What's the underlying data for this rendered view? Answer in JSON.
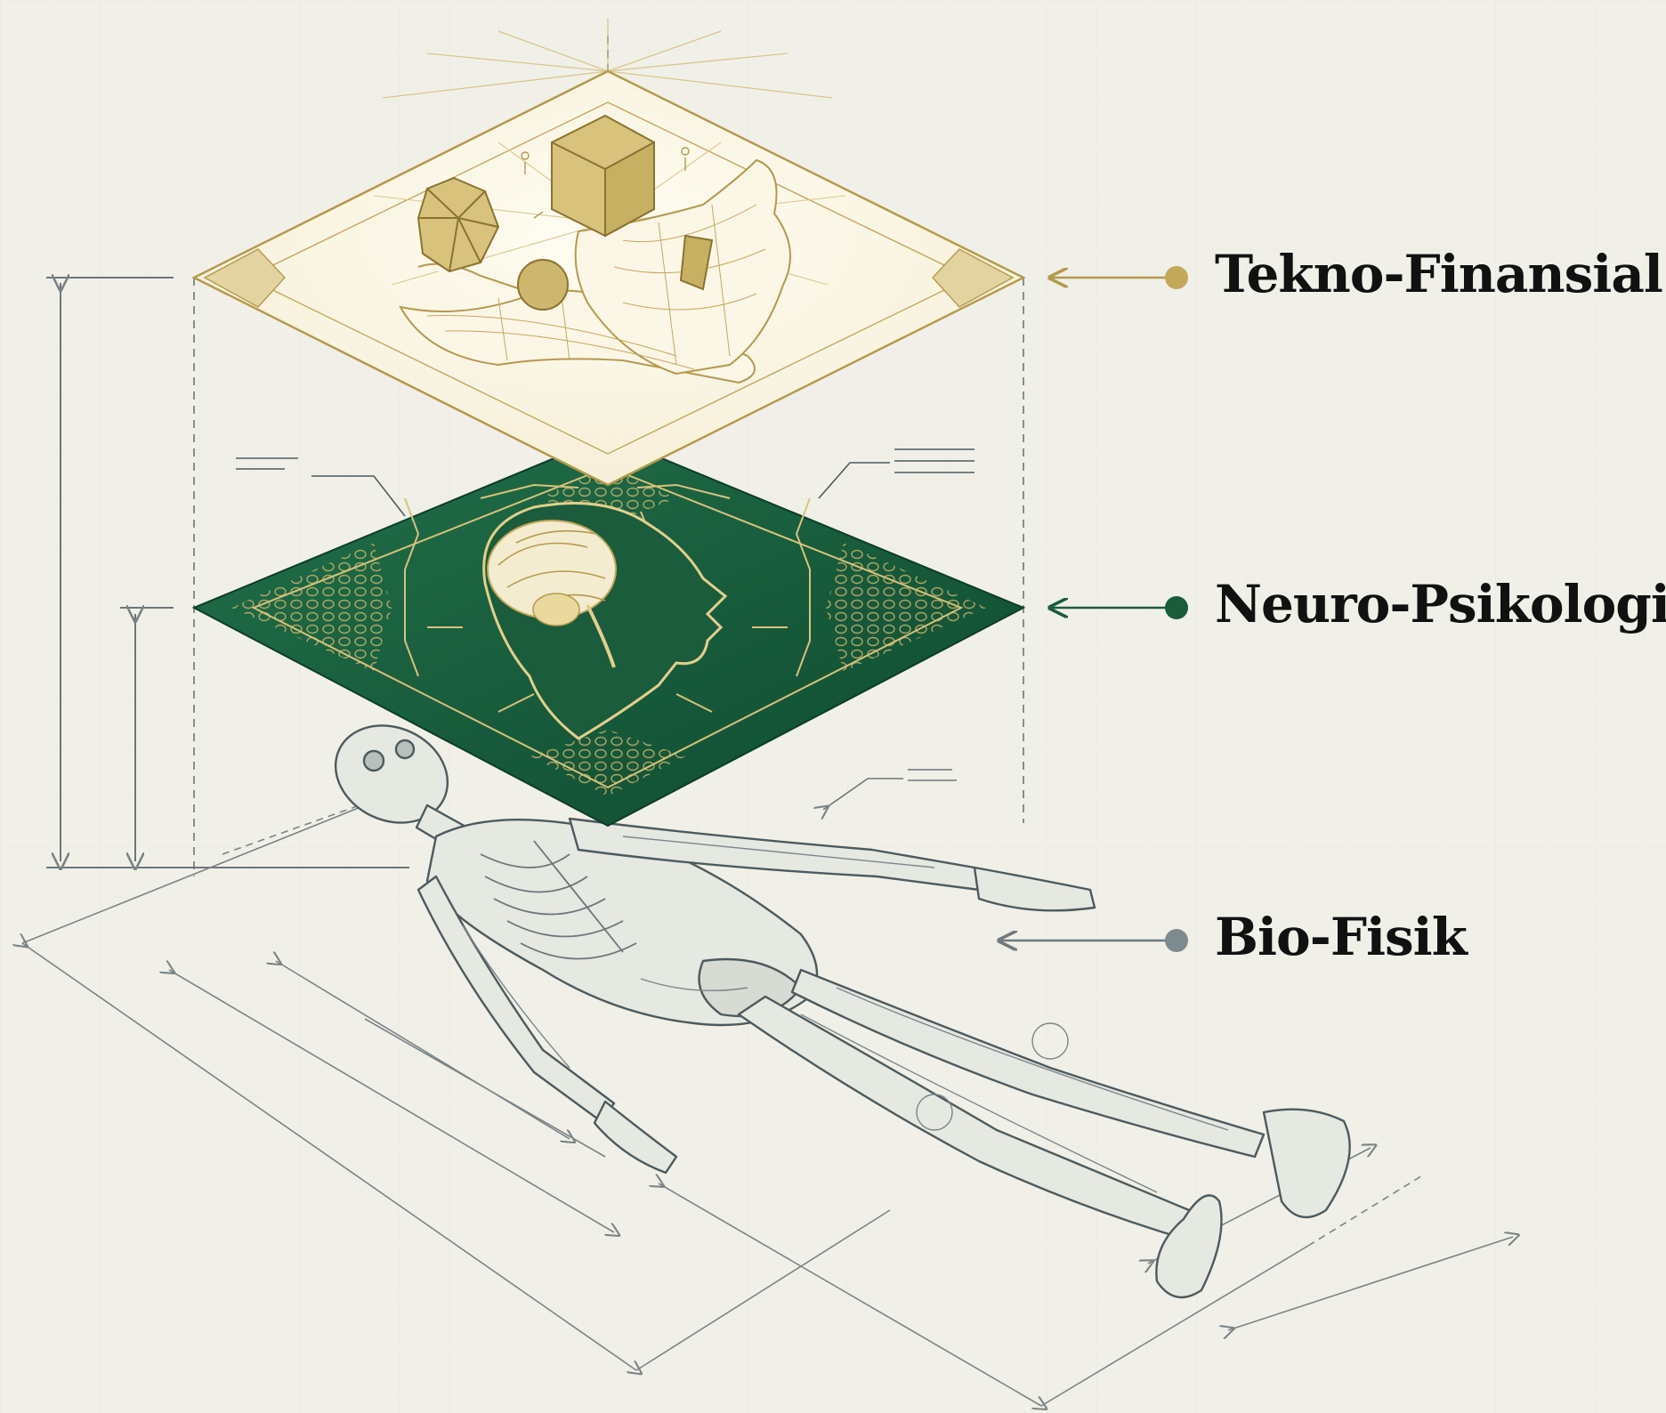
{
  "colors": {
    "background": "#f1f0e8",
    "gold": "#b59a4c",
    "gold_fill": "#fbf6e6",
    "green": "#1e6b45",
    "green_dark": "#0f4a30",
    "slate": "#6d7a7e",
    "ink": "#111111"
  },
  "layers": [
    {
      "id": "tekno",
      "label": "Tekno-Finansial",
      "dot_color": "#c4a85a",
      "arrow_color": "#b59a4c",
      "icon": "hands-holding-polyhedra-icon"
    },
    {
      "id": "neuro",
      "label": "Neuro-Psikologis",
      "dot_color": "#1a5c3c",
      "arrow_color": "#1a5c3c",
      "icon": "brain-head-profile-icon"
    },
    {
      "id": "bio",
      "label": "Bio-Fisik",
      "dot_color": "#7d8a8e",
      "arrow_color": "#6d7a7e",
      "icon": "anatomical-body-icon"
    }
  ]
}
